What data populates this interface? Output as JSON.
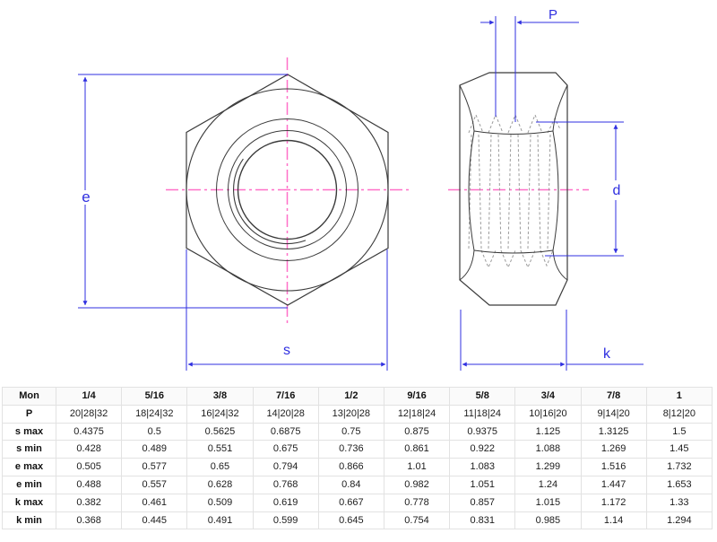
{
  "drawing": {
    "labels": {
      "e": "e",
      "s": "s",
      "P": "P",
      "d": "d",
      "k": "k"
    },
    "colors": {
      "dimension_blue": "#2f2fe0",
      "centerline_pink": "#ff70c8",
      "outline_gray": "#3b3b3b",
      "thread_gray": "#9b9b9b"
    }
  },
  "table": {
    "header": [
      "Mon",
      "1/4",
      "5/16",
      "3/8",
      "7/16",
      "1/2",
      "9/16",
      "5/8",
      "3/4",
      "7/8",
      "1"
    ],
    "rows": [
      {
        "label": "P",
        "values": [
          "20|28|32",
          "18|24|32",
          "16|24|32",
          "14|20|28",
          "13|20|28",
          "12|18|24",
          "11|18|24",
          "10|16|20",
          "9|14|20",
          "8|12|20"
        ]
      },
      {
        "label": "s max",
        "values": [
          "0.4375",
          "0.5",
          "0.5625",
          "0.6875",
          "0.75",
          "0.875",
          "0.9375",
          "1.125",
          "1.3125",
          "1.5"
        ]
      },
      {
        "label": "s min",
        "values": [
          "0.428",
          "0.489",
          "0.551",
          "0.675",
          "0.736",
          "0.861",
          "0.922",
          "1.088",
          "1.269",
          "1.45"
        ]
      },
      {
        "label": "e max",
        "values": [
          "0.505",
          "0.577",
          "0.65",
          "0.794",
          "0.866",
          "1.01",
          "1.083",
          "1.299",
          "1.516",
          "1.732"
        ]
      },
      {
        "label": "e min",
        "values": [
          "0.488",
          "0.557",
          "0.628",
          "0.768",
          "0.84",
          "0.982",
          "1.051",
          "1.24",
          "1.447",
          "1.653"
        ]
      },
      {
        "label": "k max",
        "values": [
          "0.382",
          "0.461",
          "0.509",
          "0.619",
          "0.667",
          "0.778",
          "0.857",
          "1.015",
          "1.172",
          "1.33"
        ]
      },
      {
        "label": "k min",
        "values": [
          "0.368",
          "0.445",
          "0.491",
          "0.599",
          "0.645",
          "0.754",
          "0.831",
          "0.985",
          "1.14",
          "1.294"
        ]
      }
    ]
  }
}
